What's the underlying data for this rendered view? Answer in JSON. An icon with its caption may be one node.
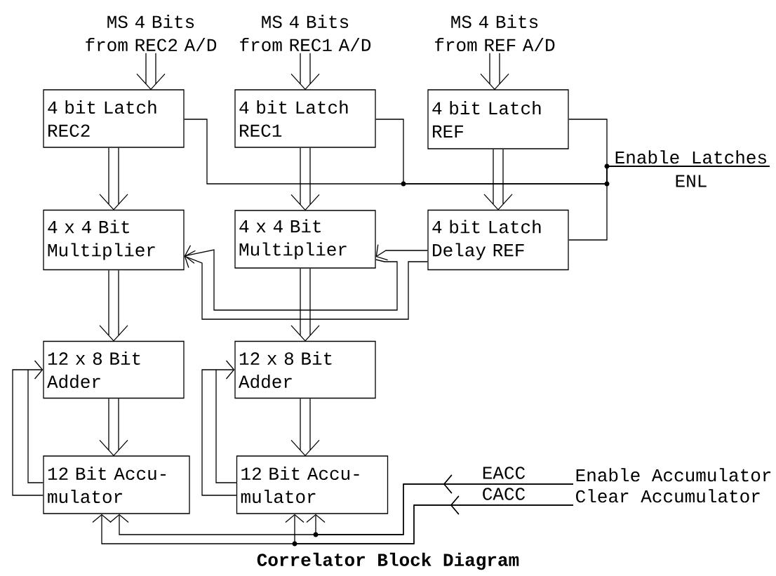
{
  "diagram": {
    "caption": "Correlator Block Diagram",
    "nodes": [
      {
        "text": [
          "MS 4 Bits from REC2 A/D"
        ]
      },
      {
        "text": [
          "MS 4 Bits from REC1 A/D"
        ]
      },
      {
        "text": [
          "MS 4 Bits from REF A/D"
        ]
      },
      {
        "text": [
          "4 bit Latch REC2"
        ]
      },
      {
        "text": [
          "4 bit Latch REC1"
        ]
      },
      {
        "text": [
          "4 bit Latch REF"
        ]
      },
      {
        "text": [
          "4 x 4 Bit Multiplier"
        ]
      },
      {
        "text": [
          "4 x 4 Bit Multiplier"
        ]
      },
      {
        "text": [
          "4 bit Latch Delay REF"
        ]
      },
      {
        "text": [
          "12 x 8 Bit Adder"
        ]
      },
      {
        "text": [
          "12 x 8 Bit Adder"
        ]
      },
      {
        "text": [
          "12 Bit Accu- mulator"
        ]
      },
      {
        "text": [
          "12 Bit Accu- mulator"
        ]
      },
      {
        "text": [
          "Enable Latches"
        ],
        "beside": [
          "ENL"
        ]
      },
      {
        "text": [
          "Enable Accumulator"
        ]
      },
      {
        "text": [
          "Clear Accumulator"
        ]
      }
    ],
    "edges": [
      {
        "from": 0,
        "to": 3,
        "arrow": "to"
      },
      {
        "from": 1,
        "to": 4,
        "arrow": "to"
      },
      {
        "from": 2,
        "to": 5,
        "arrow": "to"
      },
      {
        "from": 3,
        "to": 6,
        "arrow": "to"
      },
      {
        "from": 4,
        "to": 7,
        "arrow": "to"
      },
      {
        "from": 5,
        "to": 8,
        "arrow": "to"
      },
      {
        "from": 6,
        "to": 9,
        "arrow": "to"
      },
      {
        "from": 7,
        "to": 10,
        "arrow": "to"
      },
      {
        "from": 9,
        "to": 11,
        "arrow": "to"
      },
      {
        "from": 10,
        "to": 12,
        "arrow": "to"
      },
      {
        "from": 13,
        "to": 3,
        "arrow": "none"
      },
      {
        "from": 13,
        "to": 4,
        "arrow": "none"
      },
      {
        "from": 13,
        "to": 5,
        "arrow": "none"
      },
      {
        "from": 13,
        "to": 8,
        "arrow": "none"
      },
      {
        "from": 8,
        "to": 7,
        "arrow": "to"
      },
      {
        "from": 8,
        "to": 6,
        "arrow": "to"
      },
      {
        "from": 7,
        "to": 6,
        "arrow": "to"
      },
      {
        "from": 11,
        "to": 9,
        "arrow": "to"
      },
      {
        "from": 12,
        "to": 10,
        "arrow": "to"
      },
      {
        "from": 14,
        "to": 11,
        "arrow": "to",
        "label": "EACC"
      },
      {
        "from": 14,
        "to": 12,
        "arrow": "to"
      },
      {
        "from": 15,
        "to": 11,
        "arrow": "to",
        "label": "CACC"
      },
      {
        "from": 15,
        "to": 12,
        "arrow": "to"
      }
    ]
  }
}
